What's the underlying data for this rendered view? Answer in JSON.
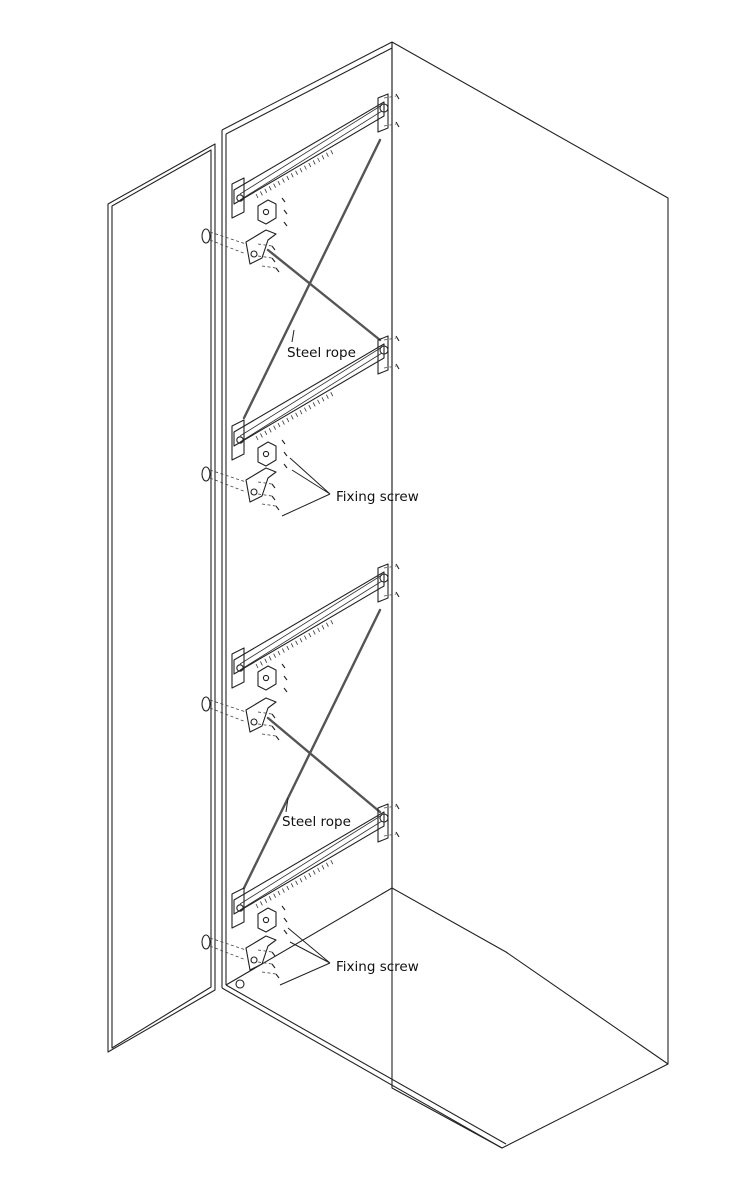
{
  "labels": {
    "steel_rope_upper": "Steel rope",
    "fixing_screw_upper": "Fixing screw",
    "steel_rope_lower": "Steel rope",
    "fixing_screw_lower": "Fixing screw"
  },
  "colors": {
    "line": "#222222",
    "rope": "#555555",
    "background": "#ffffff"
  }
}
